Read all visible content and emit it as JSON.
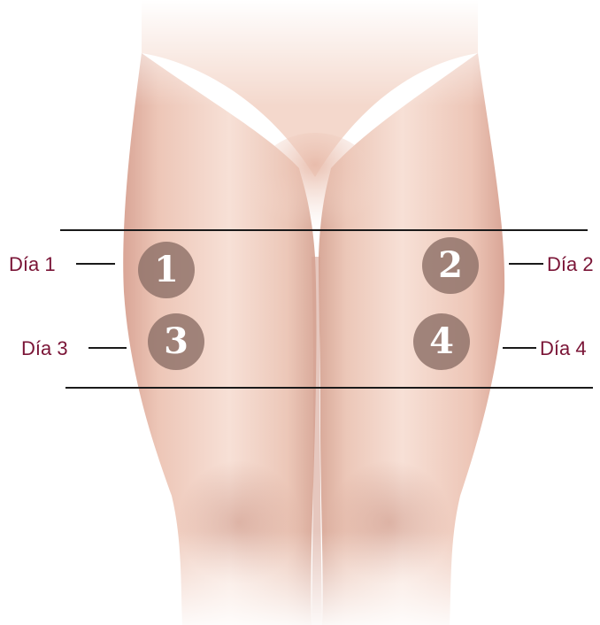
{
  "colors": {
    "label": "#7a1436",
    "skin_light": "#f6ddd2",
    "skin_mid": "#e9bfae",
    "skin_shadow": "#c98f80",
    "marker": "#8e7068",
    "guide_line": "#1a1a1a"
  },
  "markers": [
    {
      "number": "1",
      "label": "Día 1",
      "side": "left"
    },
    {
      "number": "2",
      "label": "Día 2",
      "side": "right"
    },
    {
      "number": "3",
      "label": "Día 3",
      "side": "left"
    },
    {
      "number": "4",
      "label": "Día 4",
      "side": "right"
    }
  ]
}
